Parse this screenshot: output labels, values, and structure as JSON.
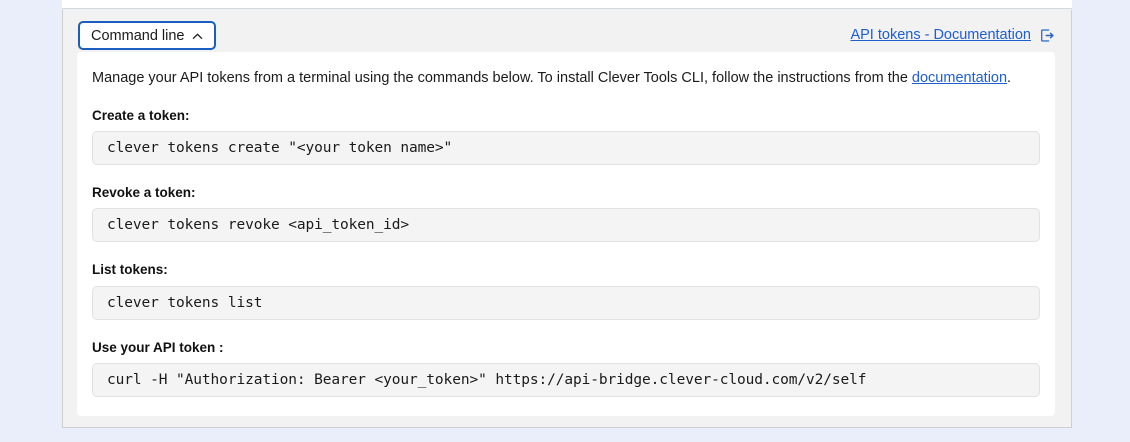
{
  "tab": {
    "label": "Command line",
    "chevron_icon": "chevron-up-icon",
    "expanded": true
  },
  "header_link": {
    "label": "API tokens - Documentation",
    "icon": "external-link-icon",
    "color": "#1e5fcb"
  },
  "intro": {
    "before_link": "Manage your API tokens from a terminal using the commands below. To install Clever Tools CLI, follow the instructions from the ",
    "link_label": "documentation",
    "after_link": "."
  },
  "sections": [
    {
      "label": "Create a token:",
      "command": "clever tokens create \"<your token name>\""
    },
    {
      "label": "Revoke a token:",
      "command": "clever tokens revoke <api_token_id>"
    },
    {
      "label": "List tokens:",
      "command": "clever tokens list"
    },
    {
      "label": "Use your API token :",
      "command": "curl -H \"Authorization: Bearer <your_token>\" https://api-bridge.clever-cloud.com/v2/self"
    }
  ],
  "colors": {
    "accent": "#1a5ec0",
    "link": "#1e5fcb",
    "page_background": "#eaeefb",
    "card_background": "#f2f2f2",
    "panel_background": "#ffffff",
    "code_background": "#f4f4f4"
  }
}
